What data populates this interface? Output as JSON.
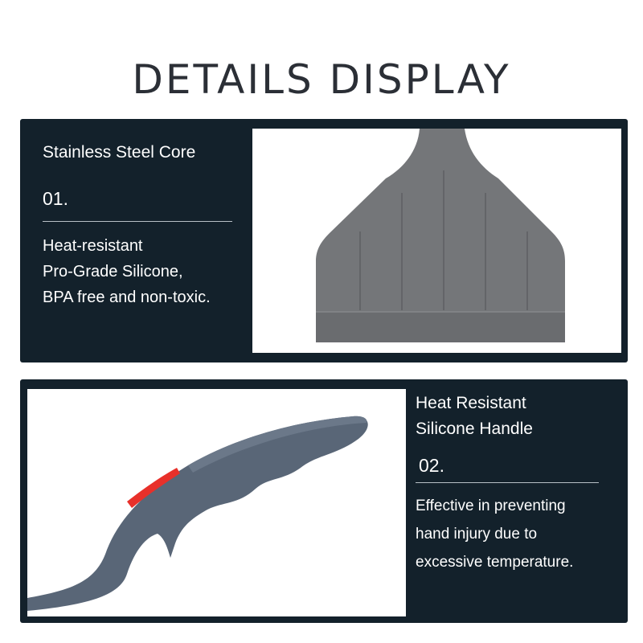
{
  "page_title": "DETAILS DISPLAY",
  "colors": {
    "panel_bg": "#13212b",
    "text": "#ffffff",
    "title": "#2b2f36",
    "silicone_gray": "#747679",
    "handle_gray": "#596677",
    "accent_red": "#e8302a"
  },
  "section1": {
    "heading": "Stainless Steel Core",
    "number": "01.",
    "desc_lines": [
      "Heat-resistant",
      "Pro-Grade Silicone,",
      "BPA free and non-toxic."
    ]
  },
  "section2": {
    "heading_lines": [
      "Heat Resistant",
      "Silicone Handle"
    ],
    "number": "02.",
    "desc_lines": [
      "Effective in preventing",
      "hand injury due to",
      "excessive temperature."
    ]
  }
}
